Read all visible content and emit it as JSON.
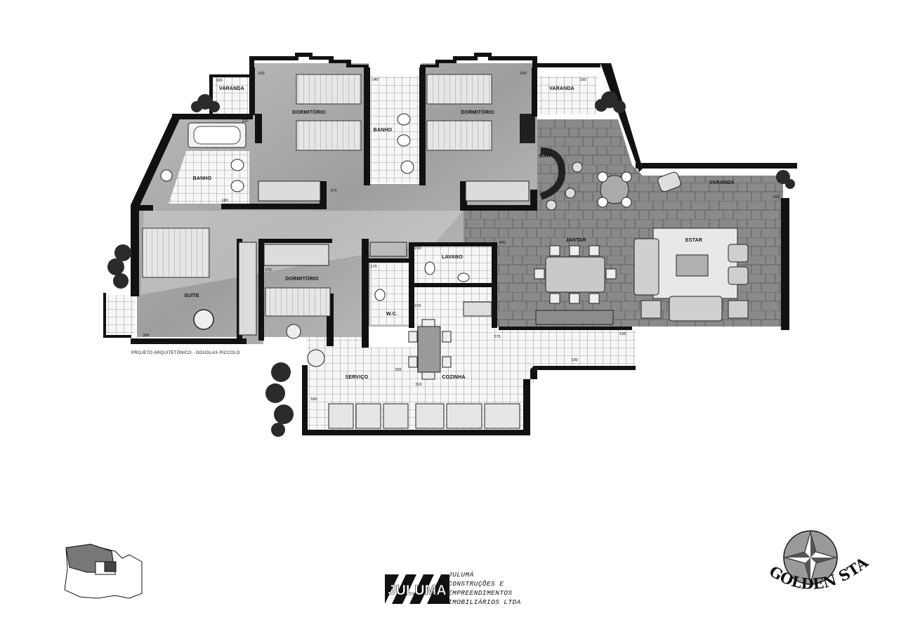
{
  "rooms": {
    "varanda_1": "VARANDA",
    "dormitorio_1": "DORMITÓRIO",
    "banho_1": "BANHO",
    "dormitorio_2": "DORMITÓRIO",
    "varanda_2": "VARANDA",
    "banho_2": "BANHO",
    "bar": "BAR",
    "varanda_3": "VARANDA",
    "suite": "SUÍTE",
    "dormitorio_3": "DORMITÓRIO",
    "lavabo": "LAVABO",
    "jantar": "JANTAR",
    "estar": "ESTAR",
    "wc": "W.C.",
    "servico": "SERVIÇO",
    "cozinha": "COZINHA"
  },
  "dimensions": {
    "d300a": "300",
    "d300b": "300",
    "d300c": "300",
    "d300d": "300",
    "d200": "200",
    "d140": "140",
    "d160": "160",
    "d370": "370",
    "d180": "180",
    "d325": "325",
    "d270": "270",
    "d400": "400",
    "d635": "635",
    "d265": "265",
    "d310": "310",
    "d590": "590",
    "d170": "170",
    "d215": "215",
    "d210": "210",
    "d275": "275",
    "d100": "100"
  },
  "credit": "PROJETO ARQUITETÔNICO - DOUGLAS PICCOLO",
  "developer": {
    "logo_text": "JULUMA",
    "line1": "JULUMÁ",
    "line2": "CONSTRUÇÕES E",
    "line3": "EMPREENDIMENTOS",
    "line4": "IMOBILIÁRIOS LTDA"
  },
  "brand": {
    "name": "GOLDEN STAR"
  },
  "colors": {
    "wall": "#111111",
    "floor_light": "#d8d8d8",
    "floor_mid": "#a8a8a8",
    "floor_dark": "#7e7e7e",
    "tile": "#f4f4f4"
  }
}
